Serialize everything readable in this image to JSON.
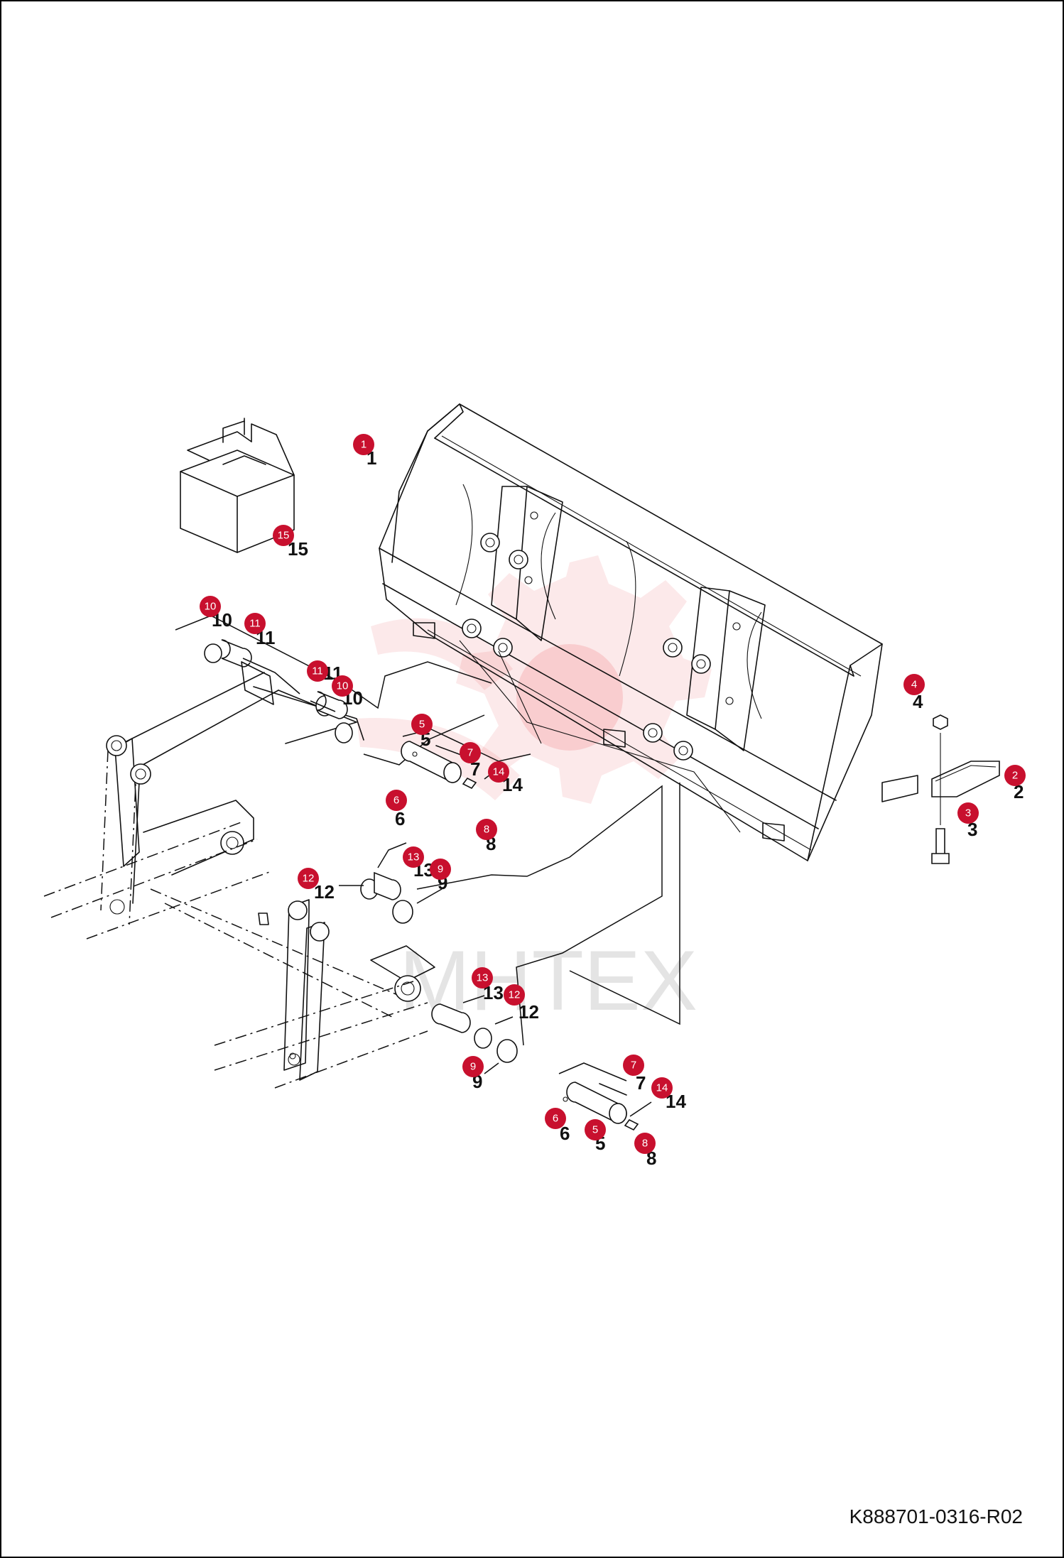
{
  "drawing": {
    "code": "K888701-0316-R02",
    "watermark": "MHTEX"
  },
  "callouts": [
    {
      "id": "c1",
      "label": "1",
      "number": "1"
    },
    {
      "id": "c2",
      "label": "2",
      "number": "2"
    },
    {
      "id": "c3",
      "label": "3",
      "number": "3"
    },
    {
      "id": "c4",
      "label": "4",
      "number": "4"
    },
    {
      "id": "c5a",
      "label": "5",
      "number": "5"
    },
    {
      "id": "c5b",
      "label": "5",
      "number": "5"
    },
    {
      "id": "c6a",
      "label": "6",
      "number": "6"
    },
    {
      "id": "c6b",
      "label": "6",
      "number": "6"
    },
    {
      "id": "c7a",
      "label": "7",
      "number": "7"
    },
    {
      "id": "c7b",
      "label": "7",
      "number": "7"
    },
    {
      "id": "c8a",
      "label": "8",
      "number": "8"
    },
    {
      "id": "c8b",
      "label": "8",
      "number": "8"
    },
    {
      "id": "c9a",
      "label": "9",
      "number": "9"
    },
    {
      "id": "c9b",
      "label": "9",
      "number": "9"
    },
    {
      "id": "c10a",
      "label": "10",
      "number": "10"
    },
    {
      "id": "c10b",
      "label": "10",
      "number": "10"
    },
    {
      "id": "c11a",
      "label": "11",
      "number": "11"
    },
    {
      "id": "c11b",
      "label": "11",
      "number": "11"
    },
    {
      "id": "c12a",
      "label": "12",
      "number": "12"
    },
    {
      "id": "c12b",
      "label": "12",
      "number": "12"
    },
    {
      "id": "c13a",
      "label": "13",
      "number": "13"
    },
    {
      "id": "c13b",
      "label": "13",
      "number": "13"
    },
    {
      "id": "c14a",
      "label": "14",
      "number": "14"
    },
    {
      "id": "c14b",
      "label": "14",
      "number": "14"
    },
    {
      "id": "c15",
      "label": "15",
      "number": "15"
    }
  ]
}
